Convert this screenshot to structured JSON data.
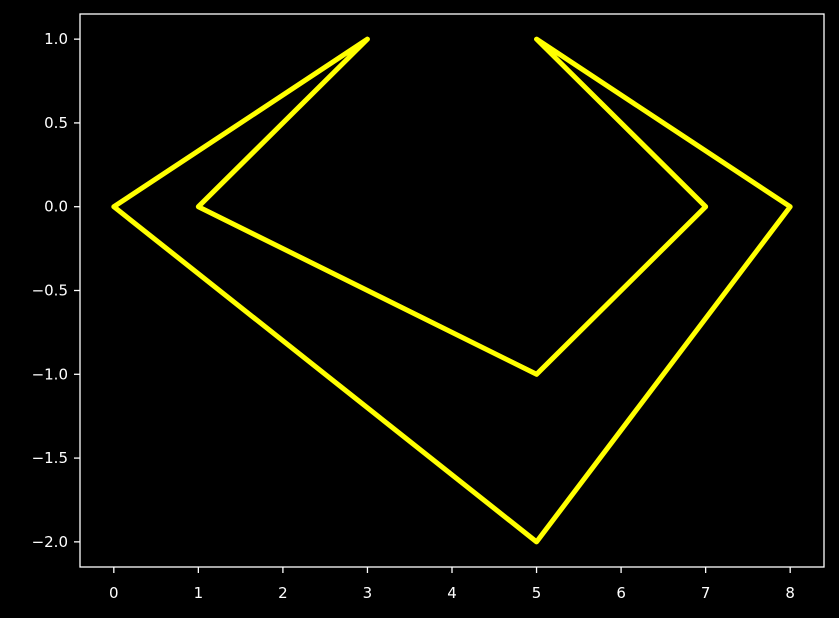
{
  "chart_data": {
    "type": "line",
    "title": "",
    "xlabel": "",
    "ylabel": "",
    "xlim": [
      -0.4,
      8.4
    ],
    "ylim": [
      -2.15,
      1.15
    ],
    "grid": false,
    "x_ticks": [
      0,
      1,
      2,
      3,
      4,
      5,
      6,
      7,
      8
    ],
    "x_tick_labels": [
      "0",
      "1",
      "2",
      "3",
      "4",
      "5",
      "6",
      "7",
      "8"
    ],
    "y_ticks": [
      1.0,
      0.5,
      0.0,
      -0.5,
      -1.0,
      -1.5,
      -2.0
    ],
    "y_tick_labels": [
      "1.0",
      "0.5",
      "0.0",
      "−0.5",
      "−1.0",
      "−1.5",
      "−2.0"
    ],
    "series": [
      {
        "x": [
          3,
          0,
          5,
          8,
          5,
          7,
          5,
          1,
          3
        ],
        "y": [
          1,
          0,
          -2,
          0,
          1,
          0,
          -1,
          0,
          1
        ]
      }
    ],
    "colors": {
      "background": "#000000",
      "axes": "#ffffff",
      "line": "#ffff00"
    }
  }
}
